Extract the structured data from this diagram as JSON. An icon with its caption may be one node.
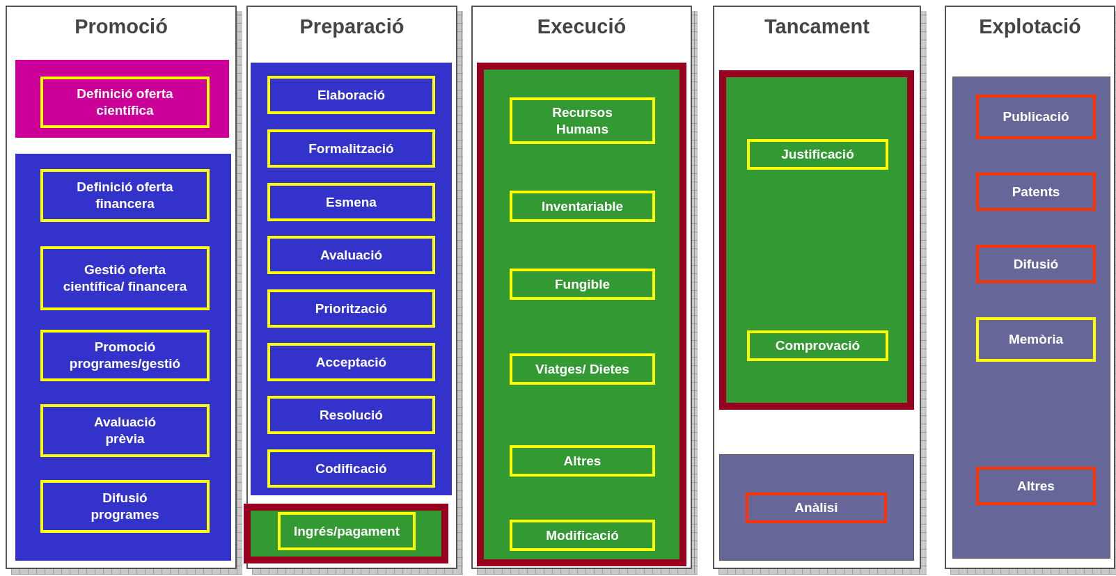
{
  "diagram": {
    "nodes": [
      {
        "text": [
          "Promoció"
        ]
      },
      {
        "text": [],
        "shape": "box",
        "in": 0
      },
      {
        "text": [
          "Definició oferta científica"
        ],
        "in": 1
      },
      {
        "text": [],
        "shape": "box",
        "in": 0
      },
      {
        "text": [
          "Definició oferta financera"
        ],
        "in": 3
      },
      {
        "text": [
          "Gestió oferta científica/ financera"
        ],
        "in": 3
      },
      {
        "text": [
          "Promoció programes/gestió"
        ],
        "in": 3
      },
      {
        "text": [
          "Avaluació prèvia"
        ],
        "in": 3
      },
      {
        "text": [
          "Difusió programes"
        ],
        "in": 3
      },
      {
        "text": [
          "Preparació"
        ]
      },
      {
        "text": [],
        "shape": "box",
        "in": 9
      },
      {
        "text": [
          "Elaboració"
        ],
        "in": 10
      },
      {
        "text": [
          "Formalització"
        ],
        "in": 10
      },
      {
        "text": [
          "Esmena"
        ],
        "in": 10
      },
      {
        "text": [
          "Avaluació"
        ],
        "in": 10
      },
      {
        "text": [
          "Priorització"
        ],
        "in": 10
      },
      {
        "text": [
          "Acceptació"
        ],
        "in": 10
      },
      {
        "text": [
          "Resolució"
        ],
        "in": 10
      },
      {
        "text": [
          "Codificació"
        ],
        "in": 10
      },
      {
        "text": [],
        "shape": "box",
        "in": 9
      },
      {
        "text": [
          "Ingrés/pagament"
        ],
        "in": 19
      },
      {
        "text": [
          "Execució"
        ]
      },
      {
        "text": [],
        "shape": "box",
        "in": 21
      },
      {
        "text": [
          "Recursos Humans"
        ],
        "in": 22
      },
      {
        "text": [
          "Inventariable"
        ],
        "in": 22
      },
      {
        "text": [
          "Fungible"
        ],
        "in": 22
      },
      {
        "text": [
          "Viatges/ Dietes"
        ],
        "in": 22
      },
      {
        "text": [
          "Altres"
        ],
        "in": 22
      },
      {
        "text": [
          "Modificació"
        ],
        "in": 22
      },
      {
        "text": [
          "Tancament"
        ]
      },
      {
        "text": [],
        "shape": "box",
        "in": 29
      },
      {
        "text": [
          "Justificació"
        ],
        "in": 30
      },
      {
        "text": [
          "Comprovació"
        ],
        "in": 30
      },
      {
        "text": [],
        "shape": "box",
        "in": 29
      },
      {
        "text": [
          "Anàlisi"
        ],
        "in": 33
      },
      {
        "text": [
          "Explotació"
        ]
      },
      {
        "text": [],
        "shape": "box",
        "in": 35
      },
      {
        "text": [
          "Publicació"
        ],
        "in": 36
      },
      {
        "text": [
          "Patents"
        ],
        "in": 36
      },
      {
        "text": [
          "Difusió"
        ],
        "in": 36
      },
      {
        "text": [
          "Memòria"
        ],
        "in": 36
      },
      {
        "text": [
          "Altres"
        ],
        "in": 36
      }
    ]
  }
}
